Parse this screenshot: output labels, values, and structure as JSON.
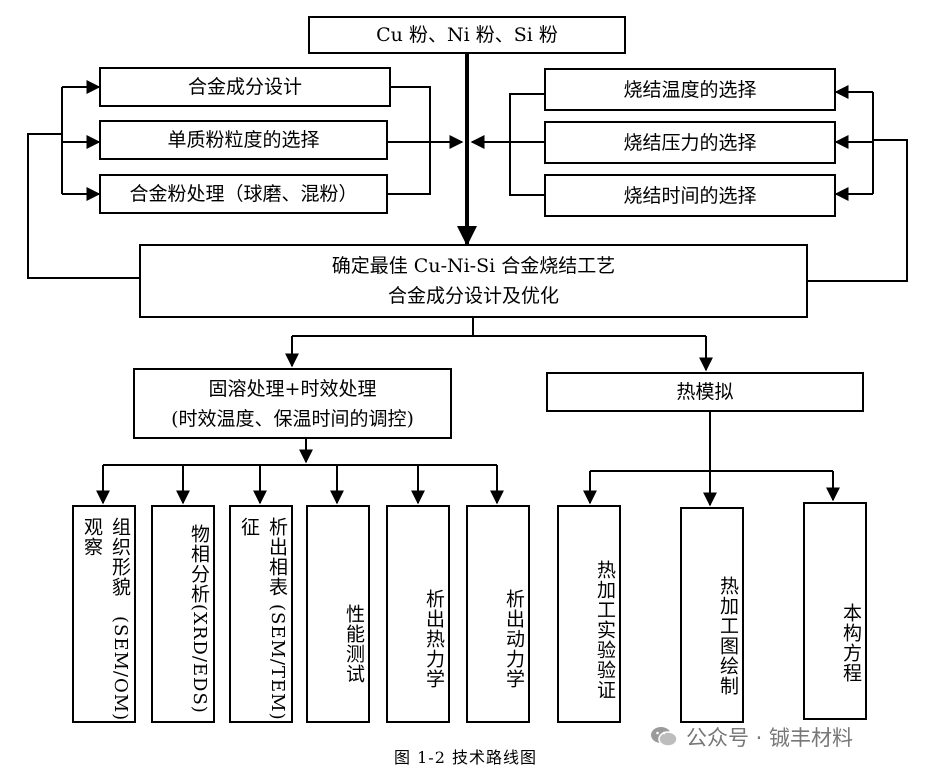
{
  "top": {
    "label": "Cu 粉、Ni 粉、Si 粉"
  },
  "left_factors": [
    {
      "label": "合金成分设计"
    },
    {
      "label": "单质粉粒度的选择"
    },
    {
      "label": "合金粉处理（球磨、混粉）"
    }
  ],
  "right_factors": [
    {
      "label": "烧结温度的选择"
    },
    {
      "label": "烧结压力的选择"
    },
    {
      "label": "烧结时间的选择"
    }
  ],
  "center": {
    "line1": "确定最佳 Cu-Ni-Si 合金烧结工艺",
    "line2": "合金成分设计及优化"
  },
  "heat_treatment": {
    "line1": "固溶处理+时效处理",
    "line2": "(时效温度、保温时间的调控)"
  },
  "thermal_sim": {
    "label": "热模拟"
  },
  "left_leaves": [
    {
      "main": "组织形貌观察",
      "sub": "(SEM/OM)"
    },
    {
      "main": "物相分析",
      "sub": "(XRD/EDS)"
    },
    {
      "main": "析出相表征",
      "sub": "(SEM/TEM)"
    },
    {
      "main": "性能测试",
      "sub": ""
    },
    {
      "main": "析出热力学",
      "sub": ""
    },
    {
      "main": "析出动力学",
      "sub": ""
    }
  ],
  "right_leaves": [
    {
      "main": "热加工实验验证"
    },
    {
      "main": "热加工图绘制"
    },
    {
      "main": "本构方程"
    }
  ],
  "caption": "图 1-2 技术路线图",
  "watermark": {
    "text": "公众号 · 铖丰材料",
    "icon": "wechat-icon"
  }
}
